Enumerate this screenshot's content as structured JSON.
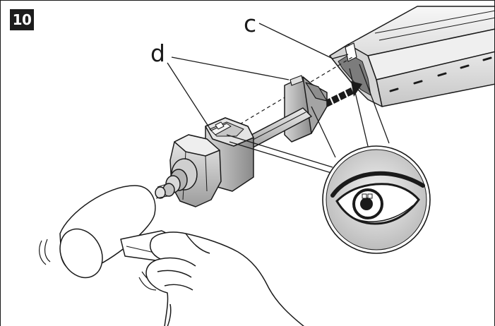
{
  "figure": {
    "step_number": "10",
    "callout_d": "d",
    "callout_c": "c",
    "icons": [
      "tube-icon",
      "adapter-icon",
      "mallet-icon",
      "hand-icon",
      "eye-icon",
      "insertion-arrow-icon"
    ]
  }
}
